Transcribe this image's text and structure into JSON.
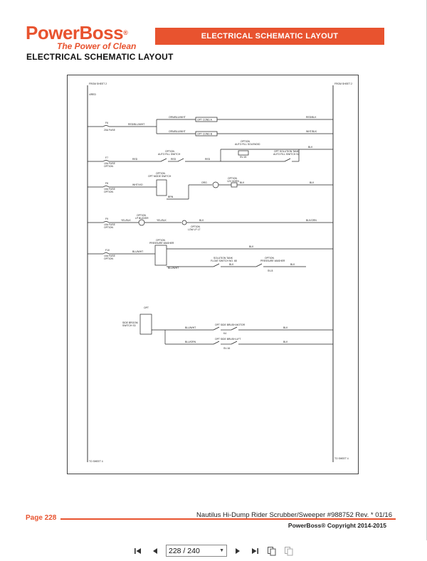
{
  "header": {
    "brand": "PowerBoss",
    "brand_mark": "®",
    "tagline": "The Power of Clean",
    "bar_title": "ELECTRICAL SCHEMATIC LAYOUT",
    "page_title": "ELECTRICAL SCHEMATIC LAYOUT"
  },
  "schematic": {
    "labels": {
      "from_left": "FROM SHEET 2",
      "from_right": "FROM SHEET 2",
      "to_left": "TO SHEET 4",
      "to_right": "TO SHEET 4",
      "wire_top": "4/RED",
      "f6": "F6",
      "f6_fuse": "20A FUSE",
      "f7": "F7",
      "f7_fuse": "10A FUSE",
      "f7_opt": "OPTION",
      "f8": "F8",
      "f8_fuse": "10A FUSE",
      "f8_opt": "OPTION",
      "f9": "F9",
      "f9_fuse": "10A FUSE",
      "f9_opt": "OPTION",
      "f10": "F10",
      "f10_fuse": "10A FUSE",
      "f10_opt": "OPTION",
      "w1": "RED/BLU/WHT",
      "w2": "ORN/BLU/WHT",
      "w3": "ORN/BLU/WHT",
      "w4": "RED/BLK",
      "w5": "WHT/BLK",
      "opt_cond_a": "OPT COND A",
      "opt_cond_b": "OPT COND B",
      "opt_auto": "OPTION",
      "auto_fill_sol": "AUTO FILL SOLENOID",
      "sv15": "SV-15",
      "opt_auto_sw": "OPTION",
      "auto_fill_switch": "AUTO FILL SWITCH",
      "opt_sol_tank": "OPT SOLUTION TANK",
      "auto_fill_sw2": "AUTO FILL SWITCH S2",
      "red1": "RED",
      "red2": "RED",
      "red3": "RED",
      "blk1": "BLK",
      "opt_mode": "OPTION",
      "opt_mode_sw": "OPT MODE SWITCH",
      "wht_vio": "WHT/VIO",
      "brn": "BRN",
      "opt_horn": "OPTION",
      "12v_horn": "12V HORN",
      "org": "ORG",
      "blk2": "BLK",
      "blk3": "BLK",
      "opt_buzzer": "OPTION",
      "buzzer": "LP BUZZER",
      "yel_blk": "YEL/BLK",
      "yel_blk2": "YEL/BLK",
      "blk4": "BLK",
      "blk_grn": "BLK/GRN",
      "opt_lowlp": "OPTION",
      "low_lp": "LOW LP LT",
      "opt_pressure": "OPTION",
      "pressure_washer": "PRESSURE WASHER",
      "blu_wht": "BLU/WHT",
      "blk5": "BLK",
      "opt_float": "SOLUTION TANK",
      "float_switch": "FLOAT SWITCH NO. 68",
      "opt_pw2": "OPTION",
      "pressure_washer2": "PRESSURE WASHER",
      "blu_wht2": "BLU/WHT",
      "blk6": "BLK",
      "blk7": "BLK",
      "sv8": "SV-8",
      "opt_sb": "OPT",
      "side_broom": "SIDE BROOM",
      "side_broom_sw": "SWITCH S3",
      "opt_side_motor": "OPT SIDE BRUSH MOTOR",
      "blu_wht3": "BLU/WHT",
      "blk8": "BLK",
      "k4": "K4",
      "opt_side_lift": "OPT SIDE BRUSH LIFT",
      "blu_grn": "BLU/GRN",
      "blk9": "BLK",
      "sv16": "SV-16"
    }
  },
  "footer": {
    "page_label": "Page  228",
    "doc_title": "Nautilus Hi-Dump Rider Scrubber/Sweeper #988752 Rev. * 01/16",
    "copyright": "PowerBoss® Copyright 2014-2015"
  },
  "toolbar": {
    "first_icon": "first-page-icon",
    "prev_icon": "prev-page-icon",
    "page_value": "228 / 240",
    "next_icon": "next-page-icon",
    "last_icon": "last-page-icon",
    "single_page_icon": "single-page-icon",
    "two_page_icon": "two-page-icon"
  },
  "colors": {
    "brand": "#e8532f",
    "line": "#222222"
  }
}
